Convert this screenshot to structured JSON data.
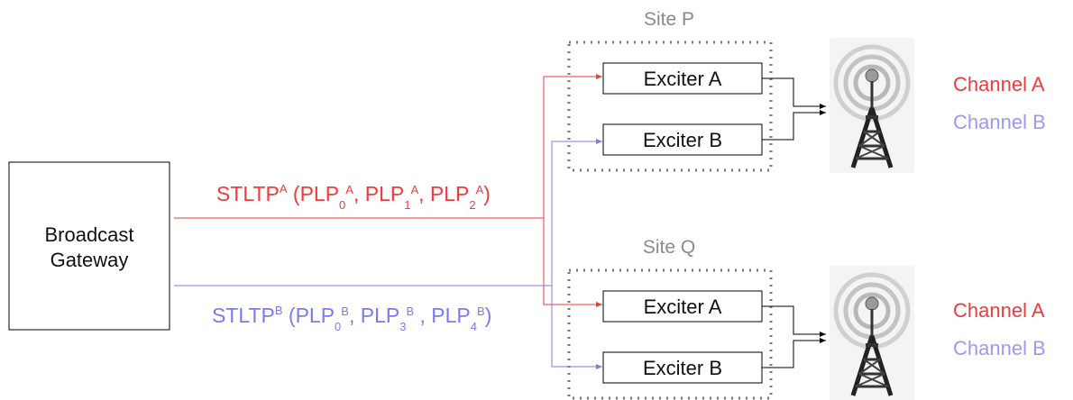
{
  "gateway": {
    "line1": "Broadcast",
    "line2": "Gateway"
  },
  "stream_a": {
    "label": {
      "prefix": "STLTP",
      "prefix_sup": "A",
      "open": " (",
      "items": [
        {
          "base": "PLP",
          "sub": "0",
          "sup": "A",
          "sep": ", "
        },
        {
          "base": "PLP",
          "sub": "1",
          "sup": "A",
          "sep": ", "
        },
        {
          "base": "PLP",
          "sub": "2",
          "sup": "A",
          "sep": ""
        }
      ],
      "close": ")"
    },
    "color": "#ee3b3b"
  },
  "stream_b": {
    "label": {
      "prefix": "STLTP",
      "prefix_sup": "B",
      "open": " (",
      "items": [
        {
          "base": "PLP",
          "sub": "0",
          "sup": "B",
          "sep": ", "
        },
        {
          "base": "PLP",
          "sub": "3",
          "sup": "B",
          "sep": " , "
        },
        {
          "base": "PLP",
          "sub": "4",
          "sup": "B",
          "sep": ""
        }
      ],
      "close": ")"
    },
    "color": "#7b7bee"
  },
  "sites": [
    {
      "title": "Site P",
      "exciter_a": "Exciter A",
      "exciter_b": "Exciter B",
      "channel_a": "Channel A",
      "channel_b": "Channel B"
    },
    {
      "title": "Site Q",
      "exciter_a": "Exciter A",
      "exciter_b": "Exciter B",
      "channel_a": "Channel A",
      "channel_b": "Channel B"
    }
  ],
  "colors": {
    "site_title": "#8a8a8a",
    "dotted_border": "#777777",
    "box_border": "#000000",
    "tower": "#444444"
  }
}
